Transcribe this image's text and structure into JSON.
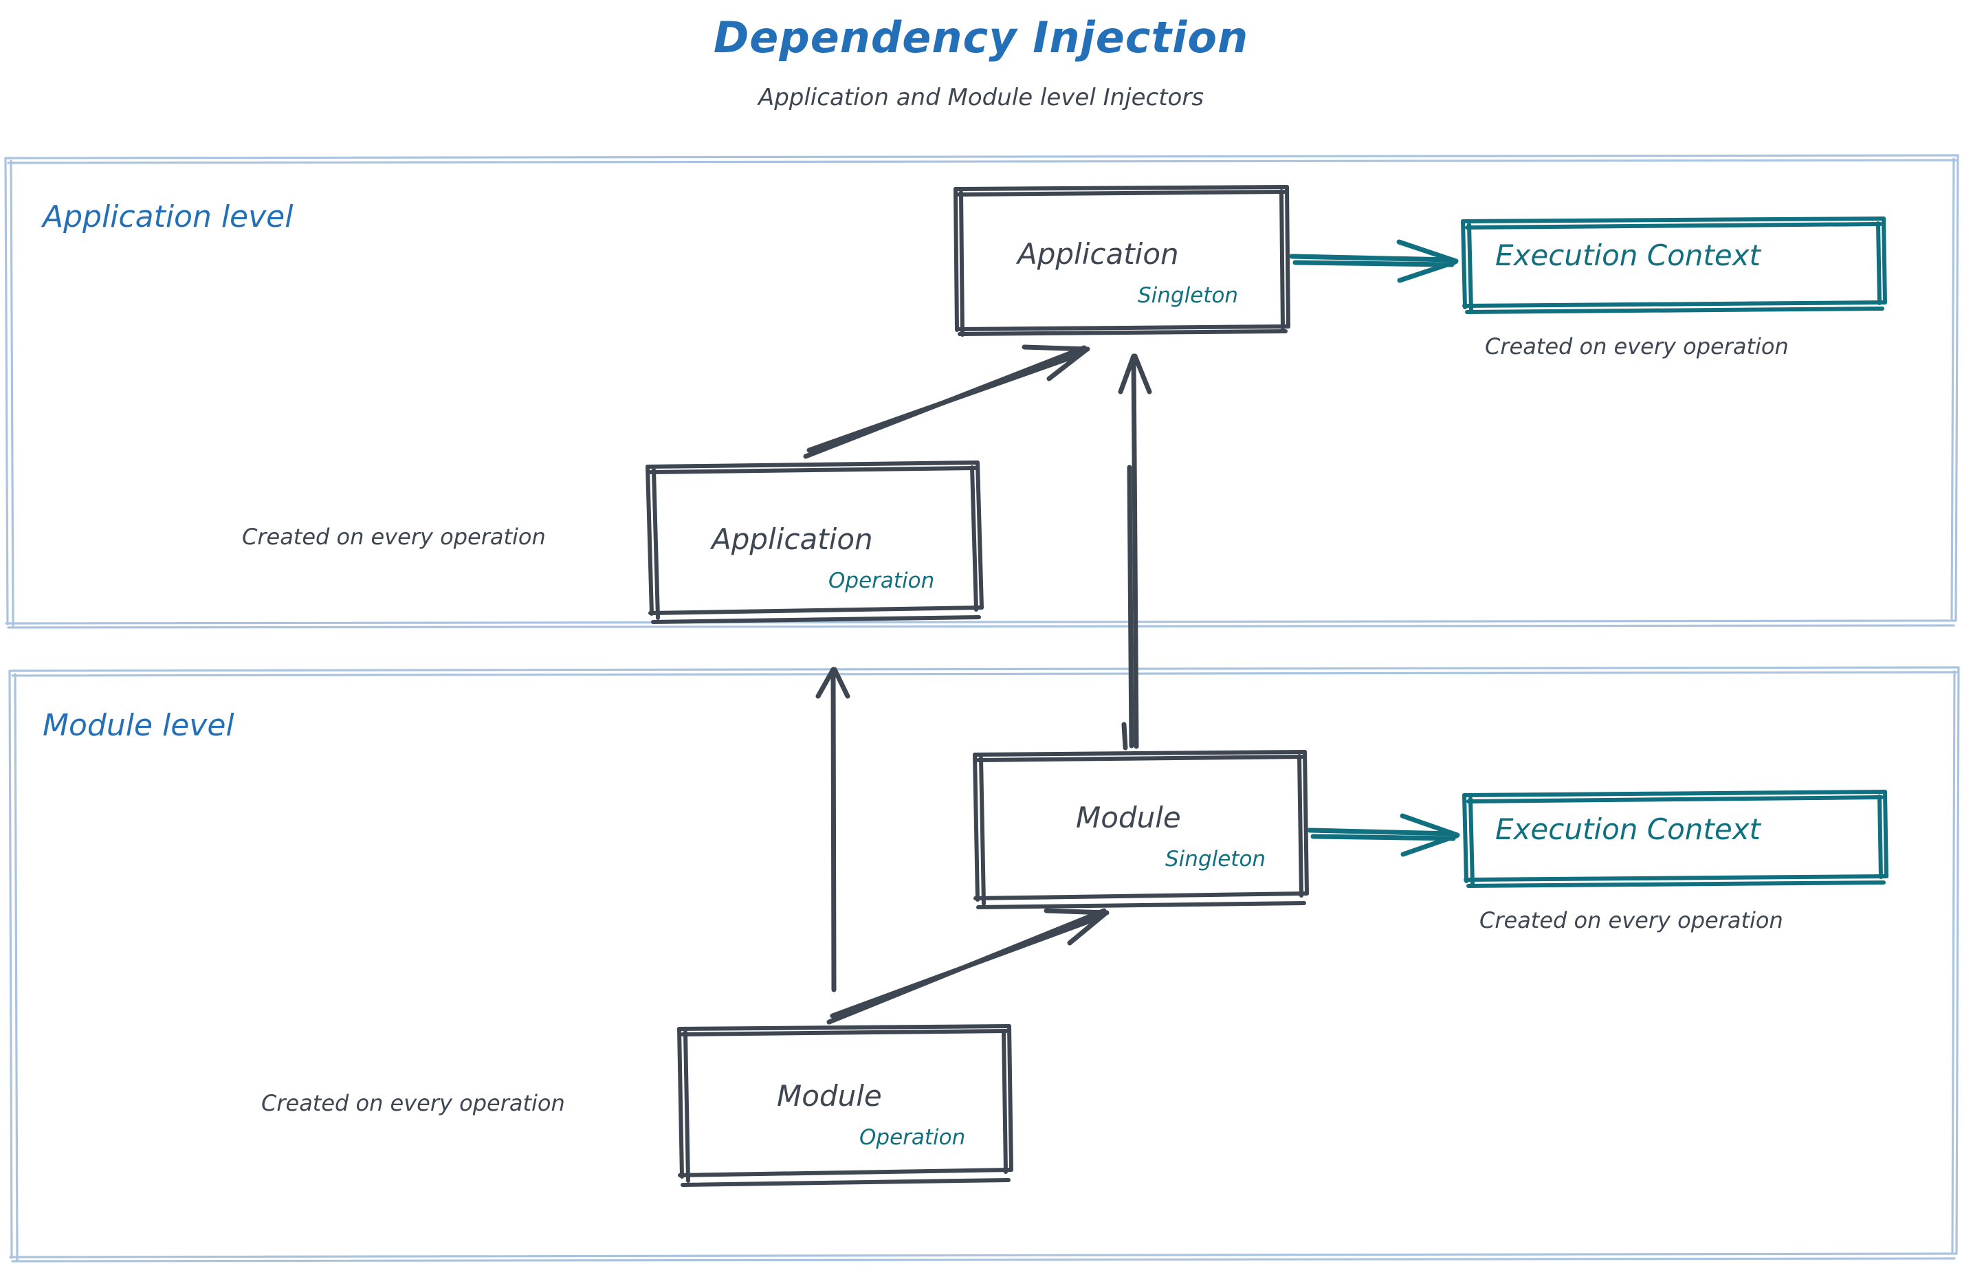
{
  "header": {
    "title": "Dependency Injection",
    "subtitle": "Application and Module level Injectors"
  },
  "colors": {
    "brand_blue": "#2470b8",
    "panel_border": "#aac4e0",
    "node_stroke": "#3d4651",
    "teal": "#11707f",
    "background": "#ffffff"
  },
  "panels": [
    {
      "id": "application-level",
      "title": "Application level",
      "nodes": [
        {
          "id": "application-singleton",
          "label": "Application",
          "scope": "Singleton"
        },
        {
          "id": "application-operation",
          "label": "Application",
          "scope": "Operation"
        },
        {
          "id": "execution-context-application",
          "label": "Execution Context",
          "scope": ""
        }
      ],
      "captions": [
        {
          "id": "caption-application-execution-context",
          "text": "Created on every operation"
        },
        {
          "id": "caption-application-operation",
          "text": "Created on every operation"
        }
      ]
    },
    {
      "id": "module-level",
      "title": "Module level",
      "nodes": [
        {
          "id": "module-singleton",
          "label": "Module",
          "scope": "Singleton"
        },
        {
          "id": "module-operation",
          "label": "Module",
          "scope": "Operation"
        },
        {
          "id": "execution-context-module",
          "label": "Execution Context",
          "scope": ""
        }
      ],
      "captions": [
        {
          "id": "caption-module-execution-context",
          "text": "Created on every operation"
        },
        {
          "id": "caption-module-operation",
          "text": "Created on every operation"
        }
      ]
    }
  ],
  "edges": [
    {
      "id": "edge-app-singleton-to-execution-context",
      "from": "application-singleton",
      "to": "execution-context-application",
      "color": "teal"
    },
    {
      "id": "edge-app-operation-to-app-singleton",
      "from": "application-operation",
      "to": "application-singleton",
      "color": "dark"
    },
    {
      "id": "edge-module-singleton-to-app-singleton",
      "from": "module-singleton",
      "to": "application-singleton",
      "color": "dark"
    },
    {
      "id": "edge-module-operation-to-app-operation",
      "from": "module-operation",
      "to": "application-operation",
      "color": "dark"
    },
    {
      "id": "edge-module-operation-to-module-singleton",
      "from": "module-operation",
      "to": "module-singleton",
      "color": "dark"
    },
    {
      "id": "edge-module-singleton-to-execution-context",
      "from": "module-singleton",
      "to": "execution-context-module",
      "color": "teal"
    }
  ]
}
